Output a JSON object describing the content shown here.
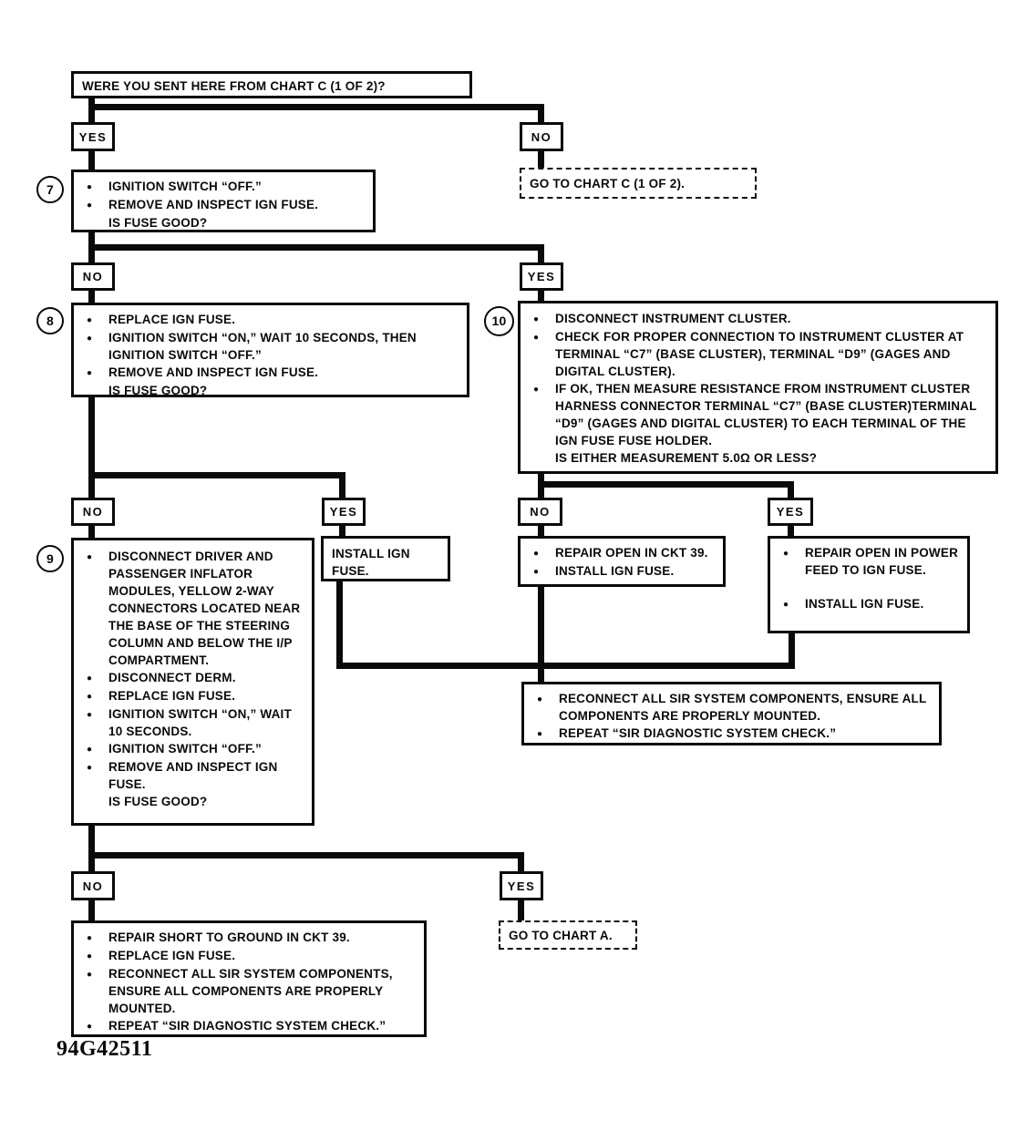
{
  "colors": {
    "ink": "#0a0a0a",
    "paper": "#ffffff"
  },
  "labels": {
    "yes": "YES",
    "no": "NO"
  },
  "footer": {
    "figure_number": "94G42511"
  },
  "nodes": {
    "top_question": {
      "text": "WERE YOU SENT HERE FROM CHART C (1 OF 2)?"
    },
    "goto_chart_c": {
      "text": "GO TO CHART C (1 OF 2)."
    },
    "goto_chart_a": {
      "text": "GO TO CHART A."
    },
    "step7": {
      "number": "7",
      "bullets": [
        "IGNITION SWITCH “OFF.”",
        "REMOVE AND INSPECT IGN FUSE."
      ],
      "question": "IS FUSE GOOD?"
    },
    "step8": {
      "number": "8",
      "bullets": [
        "REPLACE IGN FUSE.",
        "IGNITION SWITCH “ON,” WAIT 10 SECONDS, THEN IGNITION SWITCH “OFF.”",
        "REMOVE AND INSPECT IGN FUSE."
      ],
      "question": "IS FUSE GOOD?"
    },
    "step9": {
      "number": "9",
      "bullets": [
        "DISCONNECT DRIVER AND PASSENGER INFLATOR MODULES, YELLOW 2-WAY CONNECTORS LOCATED NEAR THE BASE OF THE STEERING COLUMN AND BELOW THE I/P COMPARTMENT.",
        "DISCONNECT DERM.",
        "REPLACE IGN FUSE.",
        "IGNITION SWITCH “ON,” WAIT 10 SECONDS.",
        "IGNITION SWITCH “OFF.”",
        "REMOVE AND INSPECT IGN FUSE."
      ],
      "question": "IS FUSE GOOD?"
    },
    "step10": {
      "number": "10",
      "bullets": [
        "DISCONNECT INSTRUMENT CLUSTER.",
        "CHECK FOR PROPER CONNECTION TO INSTRUMENT CLUSTER AT TERMINAL “C7” (BASE CLUSTER), TERMINAL “D9” (GAGES AND DIGITAL CLUSTER).",
        "IF OK, THEN MEASURE RESISTANCE FROM INSTRUMENT CLUSTER HARNESS CONNECTOR TERMINAL “C7” (BASE CLUSTER)TERMINAL “D9” (GAGES AND DIGITAL CLUSTER) TO EACH TERMINAL OF THE IGN FUSE FUSE HOLDER."
      ],
      "question": "IS EITHER MEASUREMENT 5.0Ω OR LESS?"
    },
    "install_ign_fuse": {
      "text": "INSTALL IGN FUSE."
    },
    "repair_ckt39": {
      "bullets": [
        "REPAIR OPEN IN CKT 39.",
        "INSTALL IGN FUSE."
      ]
    },
    "repair_power_feed": {
      "bullets": [
        "REPAIR OPEN IN POWER FEED TO IGN FUSE.",
        "INSTALL IGN FUSE."
      ]
    },
    "reconnect_sir": {
      "bullets": [
        "RECONNECT ALL SIR SYSTEM COMPONENTS, ENSURE ALL COMPONENTS ARE PROPERLY MOUNTED.",
        "REPEAT “SIR DIAGNOSTIC SYSTEM CHECK.”"
      ]
    },
    "repair_short": {
      "bullets": [
        "REPAIR SHORT TO GROUND IN CKT 39.",
        "REPLACE IGN FUSE.",
        "RECONNECT ALL SIR SYSTEM COMPONENTS, ENSURE ALL COMPONENTS ARE PROPERLY MOUNTED.",
        "REPEAT “SIR DIAGNOSTIC SYSTEM CHECK.”"
      ]
    }
  }
}
